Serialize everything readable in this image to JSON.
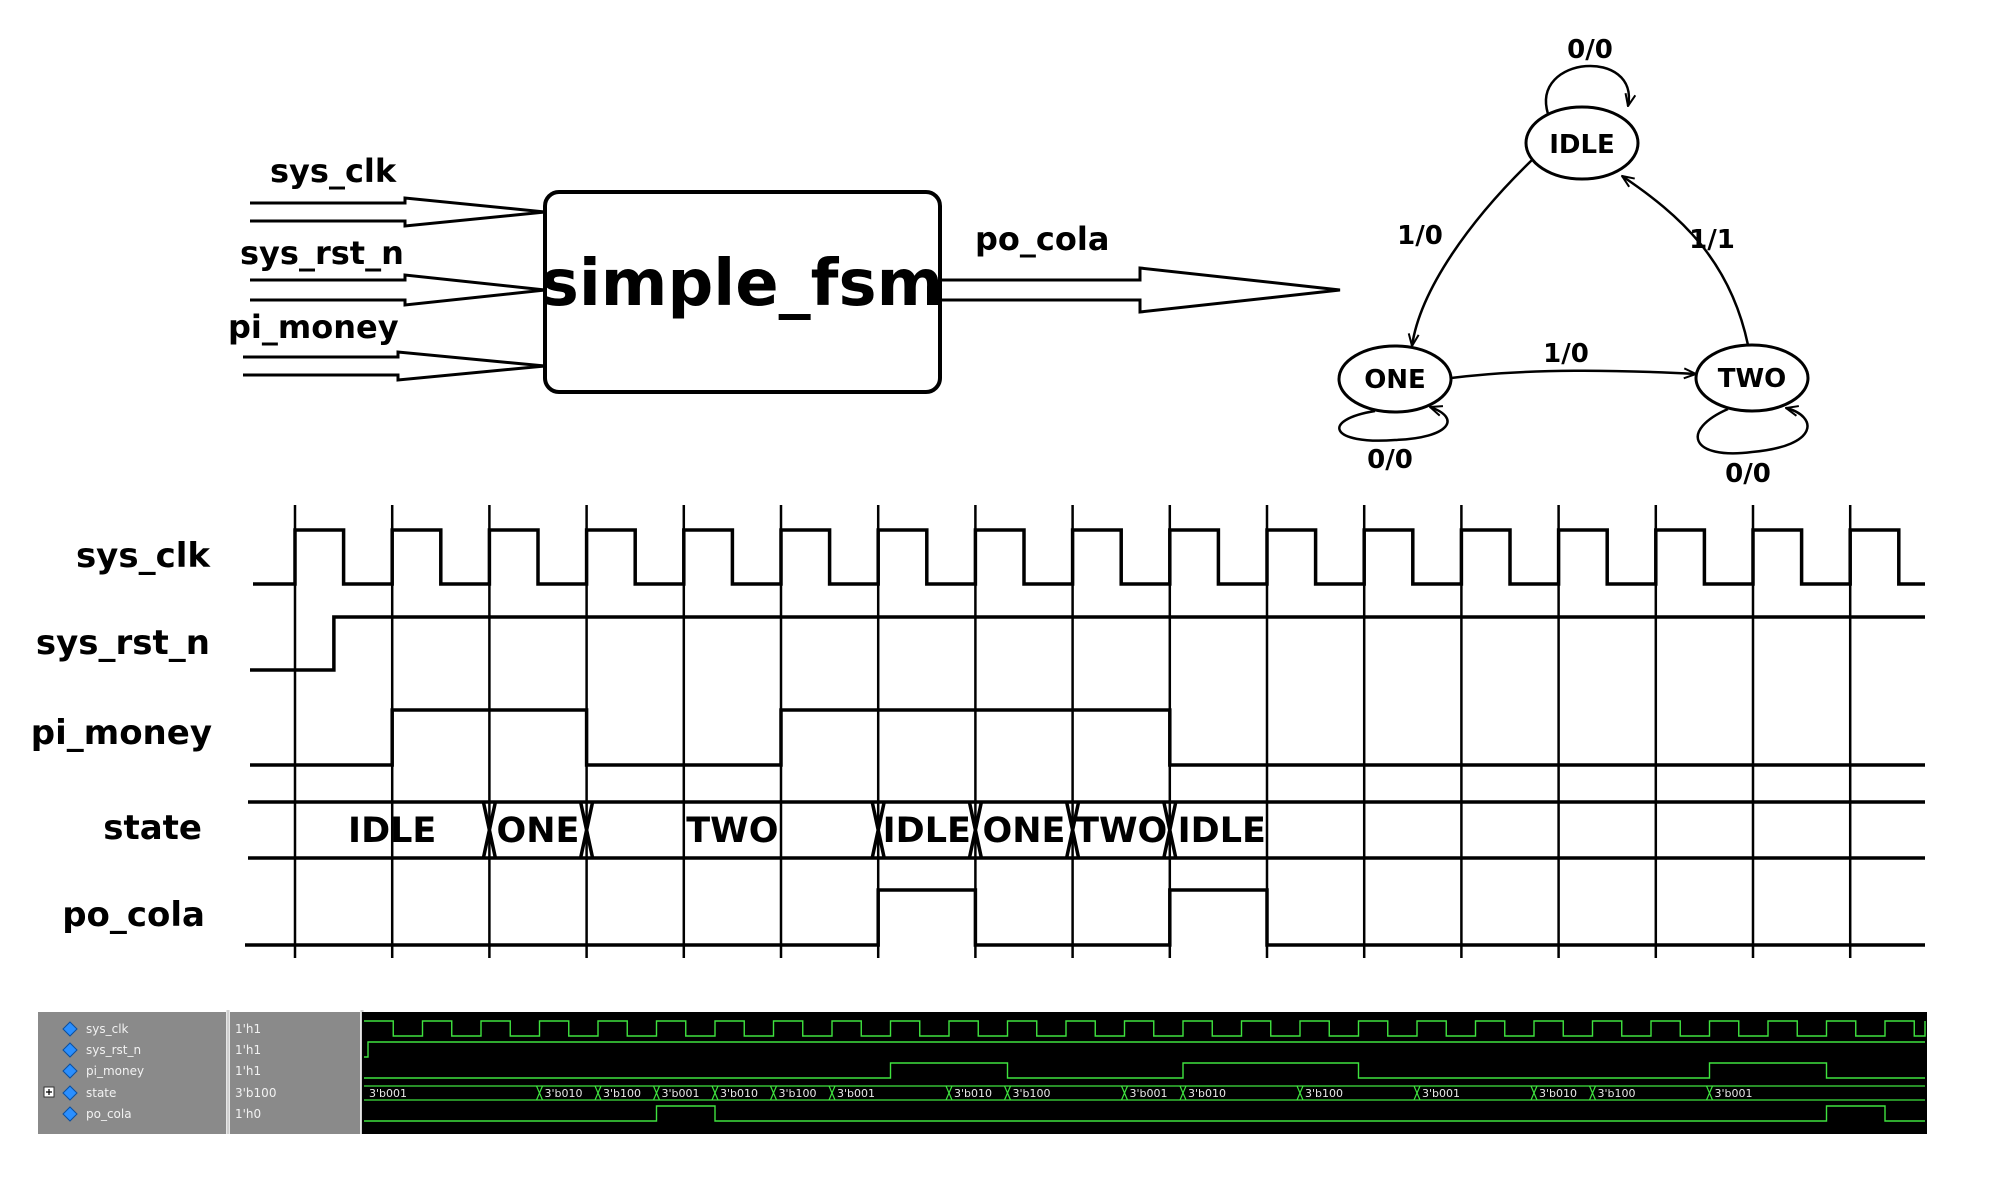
{
  "block": {
    "title": "simple_fsm",
    "inputs": [
      "sys_clk",
      "sys_rst_n",
      "pi_money"
    ],
    "output": "po_cola"
  },
  "state_diagram": {
    "states": [
      "IDLE",
      "ONE",
      "TWO"
    ],
    "transitions": [
      {
        "from": "IDLE",
        "to": "IDLE",
        "label": "0/0"
      },
      {
        "from": "IDLE",
        "to": "ONE",
        "label": "1/0"
      },
      {
        "from": "ONE",
        "to": "TWO",
        "label": "1/0"
      },
      {
        "from": "TWO",
        "to": "IDLE",
        "label": "1/1"
      },
      {
        "from": "ONE",
        "to": "ONE",
        "label": "0/0"
      },
      {
        "from": "TWO",
        "to": "TWO",
        "label": "0/0"
      }
    ]
  },
  "timing": {
    "signals": [
      "sys_clk",
      "sys_rst_n",
      "pi_money",
      "state",
      "po_cola"
    ],
    "clock_cycles": 17,
    "rst_high_from_cycle": 0.4,
    "pi_money": [
      0,
      1,
      1,
      0,
      0,
      1,
      1,
      1,
      1,
      0,
      0,
      0,
      0,
      0,
      0,
      0,
      0
    ],
    "po_cola": [
      0,
      0,
      0,
      0,
      0,
      0,
      1,
      0,
      0,
      1,
      0,
      0,
      0,
      0,
      0,
      0,
      0
    ],
    "state_segments": [
      {
        "label": "IDLE",
        "start": 0,
        "end": 2
      },
      {
        "label": "ONE",
        "start": 2,
        "end": 3
      },
      {
        "label": "TWO",
        "start": 3,
        "end": 6
      },
      {
        "label": "IDLE",
        "start": 6,
        "end": 7
      },
      {
        "label": "ONE",
        "start": 7,
        "end": 8
      },
      {
        "label": "TWO",
        "start": 8,
        "end": 9
      },
      {
        "label": "IDLE",
        "start": 9,
        "end": 17
      }
    ]
  },
  "simulator": {
    "signals": [
      {
        "name": "sys_clk",
        "value": "1'h1",
        "expandable": false
      },
      {
        "name": "sys_rst_n",
        "value": "1'h1",
        "expandable": false
      },
      {
        "name": "pi_money",
        "value": "1'h1",
        "expandable": false
      },
      {
        "name": "state",
        "value": "3'b100",
        "expandable": true
      },
      {
        "name": "po_cola",
        "value": "1'h0",
        "expandable": false
      }
    ],
    "cycles": 27,
    "pi_money": [
      0,
      0,
      0,
      0,
      0,
      0,
      0,
      0,
      0,
      1,
      1,
      0,
      0,
      0,
      1,
      1,
      1,
      0,
      0,
      0,
      0,
      0,
      0,
      1,
      1,
      0,
      0
    ],
    "po_cola": [
      0,
      0,
      0,
      0,
      0,
      1,
      0,
      0,
      0,
      0,
      0,
      0,
      0,
      0,
      0,
      0,
      0,
      0,
      0,
      0,
      0,
      0,
      0,
      0,
      0,
      1,
      0
    ],
    "state_labels": [
      {
        "cycle": 0,
        "label": "3'b001"
      },
      {
        "cycle": 3,
        "label": "3'b010"
      },
      {
        "cycle": 4,
        "label": "3'b100"
      },
      {
        "cycle": 5,
        "label": "3'b001"
      },
      {
        "cycle": 6,
        "label": "3'b010"
      },
      {
        "cycle": 7,
        "label": "3'b100"
      },
      {
        "cycle": 8,
        "label": "3'b001"
      },
      {
        "cycle": 10,
        "label": "3'b010"
      },
      {
        "cycle": 11,
        "label": "3'b100"
      },
      {
        "cycle": 13,
        "label": "3'b001"
      },
      {
        "cycle": 14,
        "label": "3'b010"
      },
      {
        "cycle": 16,
        "label": "3'b100"
      },
      {
        "cycle": 18,
        "label": "3'b001"
      },
      {
        "cycle": 20,
        "label": "3'b010"
      },
      {
        "cycle": 21,
        "label": "3'b100"
      },
      {
        "cycle": 23,
        "label": "3'b001"
      }
    ],
    "colors": {
      "wave": "#3fe23f",
      "panel": "#8a8a8a",
      "bg": "#000000",
      "diamond": "#2b8fff"
    }
  }
}
